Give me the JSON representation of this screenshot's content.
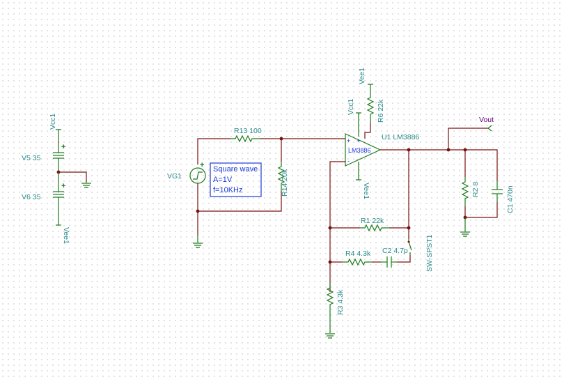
{
  "labels": {
    "vcc1_top": "Vcc1",
    "v5": "V5 35",
    "v6": "V6 35",
    "vee1_left": "Vee1",
    "vg1": "VG1",
    "r13": "R13 100",
    "r14": "R14 20k",
    "vee1_top": "Vee1",
    "r6": "R6 22k",
    "vcc1_opamp": "Vcc1",
    "u1": "U1 LM3886",
    "u1_body": "LM3886",
    "vee1_opamp": "Vee1",
    "vout": "Vout",
    "r2": "R2 8",
    "c1": "C1 470n",
    "r1": "R1 22k",
    "r4": "R4 4.3k",
    "c2": "C2 4.7p",
    "sw": "SW-SPST1",
    "r3": "R3 4.3k"
  },
  "source_box": {
    "line1": "Square wave",
    "line2": "A=1V",
    "line3": "f=10KHz"
  },
  "pins": {
    "plus": "+",
    "minus": "-"
  },
  "colors": {
    "wire": "#7a1010",
    "component": "#1b7a1b",
    "label": "#2a8a8a",
    "output_label": "#6a0a80",
    "source_box": "#1c3ad6"
  }
}
